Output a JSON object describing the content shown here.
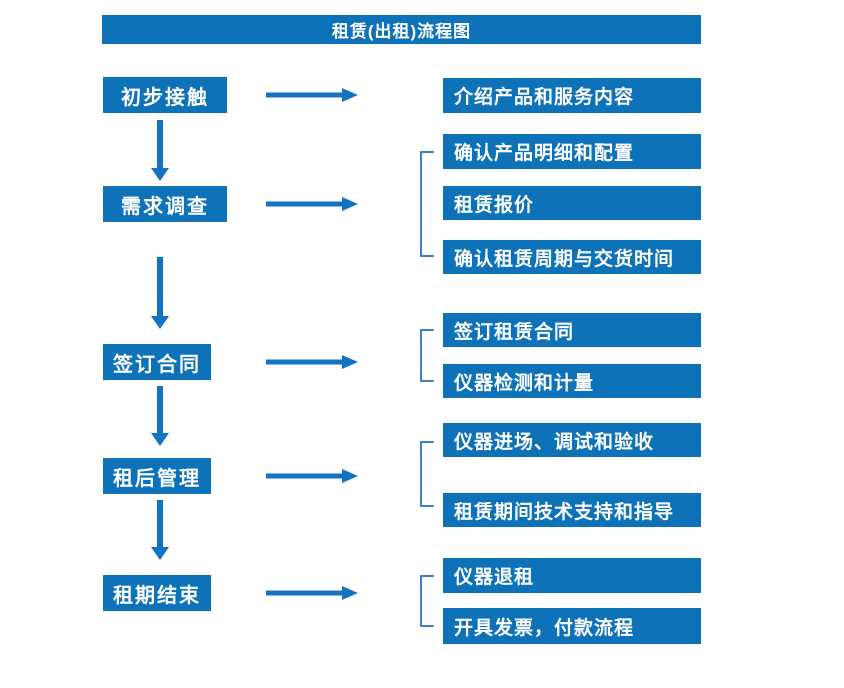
{
  "title": "租赁(出租)流程图",
  "colors": {
    "box": "#0e72b9",
    "arrow": "#1272c4",
    "bracket": "#3d7ec4",
    "text": "#ffffff",
    "background": "#ffffff"
  },
  "stages": [
    {
      "label": "初步接触",
      "outputs": [
        "介绍产品和服务内容"
      ]
    },
    {
      "label": "需求调查",
      "outputs": [
        "确认产品明细和配置",
        "租赁报价",
        "确认租赁周期与交货时间"
      ]
    },
    {
      "label": "签订合同",
      "outputs": [
        "签订租赁合同",
        "仪器检测和计量"
      ]
    },
    {
      "label": "租后管理",
      "outputs": [
        "仪器进场、调试和验收",
        "租赁期间技术支持和指导"
      ]
    },
    {
      "label": "租期结束",
      "outputs": [
        "仪器退租",
        "开具发票，付款流程"
      ]
    }
  ]
}
